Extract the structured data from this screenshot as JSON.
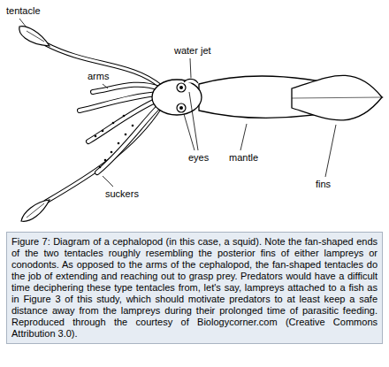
{
  "diagram": {
    "caption": "Figure 7: Diagram of a cephalopod (in this case, a squid). Note the fan-shaped ends of the two tentacles roughly resembling the posterior fins of either lampreys or conodonts. As opposed to the arms of the cephalopod, the fan-shaped tentacles do the job of extending and reaching out to grasp prey. Predators would have a difficult time deciphering these type tentacles from, let's say, lampreys attached to a fish as in Figure 3 of this study, which should motivate predators to at least keep a safe distance away from the lampreys during their prolonged time of parasitic feeding. Reproduced through the courtesy of Biologycorner.com (Creative Commons Attribution 3.0).",
    "labels": [
      "tentacle",
      "arms",
      "water jet",
      "eyes",
      "suckers",
      "mantle",
      "fins"
    ]
  }
}
